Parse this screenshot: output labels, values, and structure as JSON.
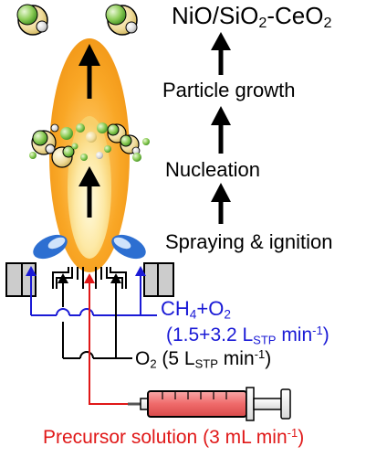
{
  "product": {
    "pre": "NiO/SiO",
    "sub1": "2",
    "mid": "-CeO",
    "sub2": "2"
  },
  "steps": {
    "growth": "Particle growth",
    "nucleation": "Nucleation",
    "spraying": "Spraying & ignition"
  },
  "ch4": {
    "pre": "CH",
    "sub1": "4",
    "mid": "+O",
    "sub2": "2"
  },
  "ch4_flow": {
    "pre": "(1.5+3.2 L",
    "sub": "STP",
    "mid": " min",
    "sup": "-1",
    "post": ")"
  },
  "o2": {
    "pre": "O",
    "sub1": "2",
    "mid": " (5 L",
    "sub2": "STP",
    "mid2": " min",
    "sup": "-1",
    "post": ")"
  },
  "precursor": {
    "pre": "Precursor solution (3 mL min",
    "sup": "-1",
    "post": ")"
  },
  "colors": {
    "blue": "#1a1ad6",
    "red": "#e01818",
    "flame": "#f7a020",
    "syringe": "#ef6a6a"
  }
}
